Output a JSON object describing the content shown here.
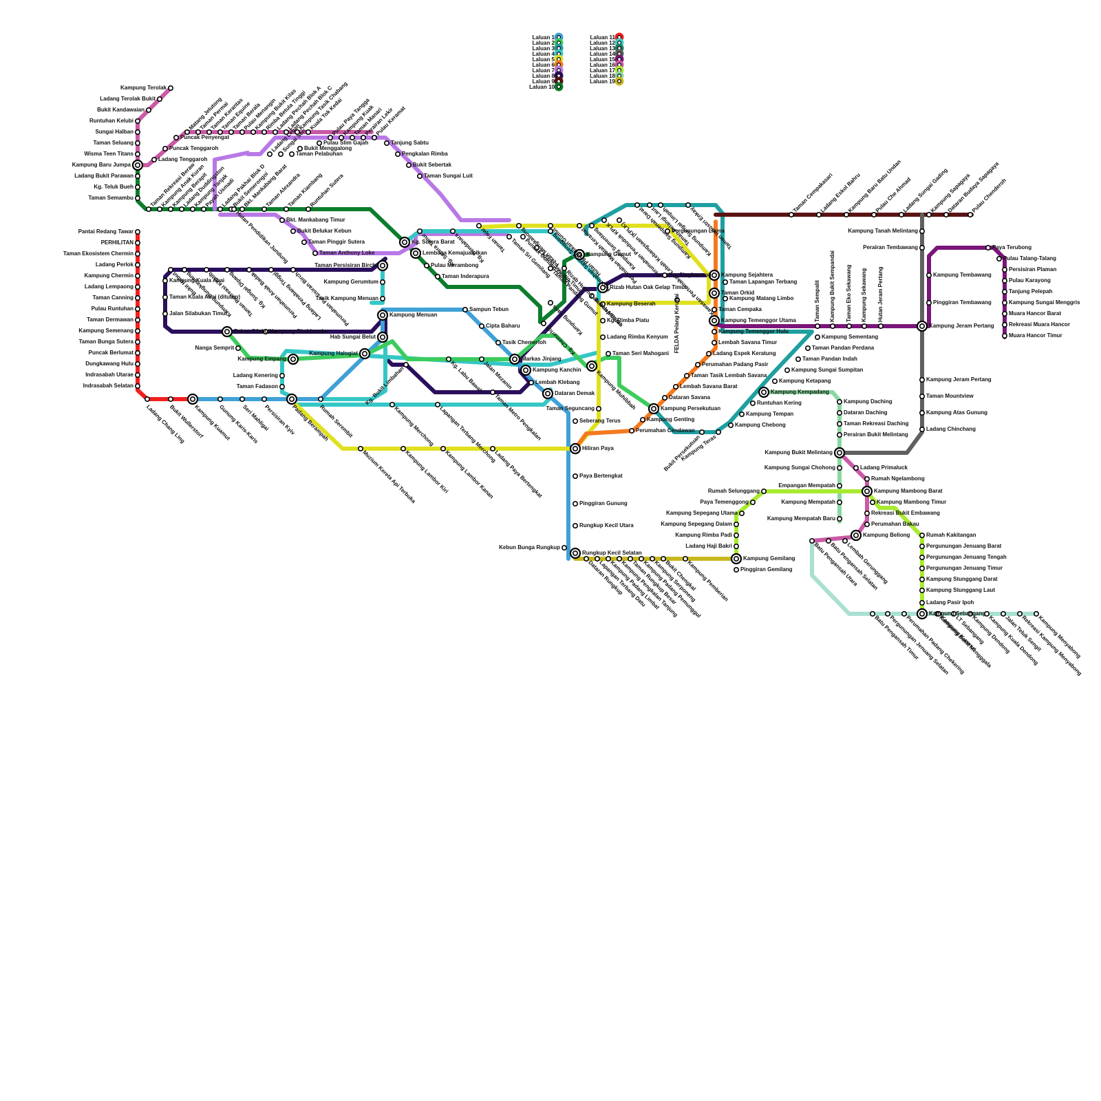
{
  "legend": {
    "col1": [
      {
        "name": "Laluan 1",
        "color": "#3fa1d6"
      },
      {
        "name": "Laluan 2",
        "color": "#3ccc5e"
      },
      {
        "name": "Laluan 3",
        "color": "#1f9fa0"
      },
      {
        "name": "Laluan 4",
        "color": "#35c7c6"
      },
      {
        "name": "Laluan 5",
        "color": "#e0e01f"
      },
      {
        "name": "Laluan 6",
        "color": "#f47a1f"
      },
      {
        "name": "Laluan 7",
        "color": "#b878e6"
      },
      {
        "name": "Laluan 8",
        "color": "#2a0f5c"
      },
      {
        "name": "Laluan 9",
        "color": "#5a1414"
      },
      {
        "name": "Laluan 10",
        "color": "#0c7d2c"
      }
    ],
    "col2": [
      {
        "name": "Laluan 11",
        "color": "#f22020"
      },
      {
        "name": "Laluan 12",
        "color": "#3ccfc5"
      },
      {
        "name": "Laluan 13",
        "color": "#1a7d62"
      },
      {
        "name": "Laluan 14",
        "color": "#606060"
      },
      {
        "name": "Laluan 15",
        "color": "#7a157a"
      },
      {
        "name": "Laluan 16",
        "color": "#c95aa6"
      },
      {
        "name": "Laluan 17",
        "color": "#a8ea30"
      },
      {
        "name": "Laluan 18",
        "color": "#8ad8a0"
      },
      {
        "name": "Laluan 19",
        "color": "#c8b820"
      }
    ]
  },
  "stations": {
    "s1": "Kampung Terolak",
    "s2": "Ladang Terolak Bukit",
    "s3": "Bukit Kandawaian",
    "s4": "Runtuhan Kelubi",
    "s5": "Sungai Halban",
    "s6": "Taman Seluang",
    "s7": "Wisma Teen Titans",
    "s8": "Kampung Baru Jumpa",
    "s9": "Ladang Bukit Parawan",
    "s10": "Kg. Teluk Bueh",
    "s11": "Taman Semambu",
    "s12": "Pantai Redang Tawar",
    "s13": "PERHILITAN",
    "s14": "Taman Ekosistem Chermin",
    "s15": "Ladang Perlok",
    "s16": "Kampung Chermin",
    "s17": "Ladang Lempaong",
    "s18": "Taman Canning",
    "s19": "Pulau Runtuhan",
    "s20": "Taman Dermawan",
    "s21": "Kampung Semenang",
    "s22": "Taman Bunga Sutera",
    "s23": "Puncak Berlumat",
    "s24": "Dungkawang Hulu",
    "s25": "Indrasabah Utarae",
    "s26": "Indrasabah Selatan",
    "s27": "Ladang Chang Ling",
    "s28": "Bukit Wullerstorf",
    "s29": "Kampung Kuamut",
    "s30": "Gunung Karis-Karis",
    "s31": "Seri Mahligai",
    "s32": "Persisiran Kyiv",
    "s33": "Padang Berampah",
    "s34": "Rumah Serembit",
    "s35": "Puncak Penyengat",
    "s36": "Puncak Tenggaroh",
    "s37": "Ladang Tenggaroh",
    "s38": "Pulau Slim Gajah",
    "s39": "Bukit Menggalong",
    "s40": "Taman Pelabuhan",
    "s41": "Tanjung Sabtu",
    "s42": "Pengkalan Rimba",
    "s43": "Bukit Sebertak",
    "s44": "Taman Sungai Luit",
    "s45": "Bkt. Mankabang Timur",
    "s46": "Bukit Belukar Kebun",
    "s47": "Taman Pinggir Sutera",
    "s48": "Taman Anthony Loke",
    "s49": "Taman Persisiran Birch",
    "s50": "Kampung Kuala Abai",
    "s51": "Taman Kuala Abai (ditutup)",
    "s52": "Jalan Silabukan Timur",
    "s53": "Pekan Silabukan",
    "s54": "Kampung Shahbandar",
    "s55": "Nanga Semprit",
    "s56": "Kampung Empang",
    "s57": "Kampung Halogiat",
    "s58": "Ladang Kenering",
    "s59": "Taman Fadason",
    "s60": "Kampung Gerumtum",
    "s61": "Tasik Kampung Menuan",
    "s62": "Kampung Menuan",
    "s63": "Hab Sungai Belut",
    "s64": "Kg. Sutera Barat",
    "s65": "Lembaga Kemajuan Ikan",
    "s66": "Pulau Merambong",
    "s67": "Taman Inderapura",
    "s68": "Sampun Tebun",
    "s69": "Cipta Baharu",
    "s70": "Tasik Chemerloh",
    "s71": "Markas Jinjang",
    "s72": "Kampung Kanchin",
    "s73": "Lembah Klebang",
    "s74": "Dataran Demak",
    "s75": "Taman Seguncang",
    "s76": "Seberang Terus",
    "s77": "Hiliran Paya",
    "s78": "Paya Bertengkat",
    "s79": "Pinggiran Gunung",
    "s80": "Rungkup Kecil Utara",
    "s81": "Kebun Bunga Rungkup",
    "s82": "Rungkup Kecil Selatan",
    "s83": "Kampung Gumut",
    "s84": "Pergunungan Llama",
    "s85": "Kampung Sejahtera",
    "s86": "Taman Lapangan Terbang",
    "s87": "Taman Orkid",
    "s88": "Kampung Matang Limbo",
    "s89": "Taman Cempaka",
    "s90": "Kampung Temenggor Utama",
    "s91": "Kampung Temenggor Hulu",
    "s92": "Lembah Savana Timur",
    "s93": "Ladang Espek Keratung",
    "s94": "Perumahan Padang Pasir",
    "s95": "Taman Tasik Lembah Savana",
    "s96": "Lembah Savana Barat",
    "s97": "Dataran Savana",
    "s98": "Kampung Persekutuan",
    "s99": "Kampung Genting",
    "s100": "Perumahan Cendawan",
    "s101": "Kampung Beserah",
    "s102": "Kg. Rimba Piatu",
    "s103": "Ladang Rimba Kenyum",
    "s104": "Taman Seri Mahogani",
    "s105": "Rizab Hutan Oak Gelap Timur",
    "s106": "Kg. Singkawang",
    "s107": "FELDA Pelang Kerunai",
    "s108": "Kampung Muhibbah",
    "s109": "Kampung Sementang",
    "s110": "Taman Pandan Perdana",
    "s111": "Taman Pandan Indah",
    "s112": "Kampung Sungai Sumpitan",
    "s113": "Kampung Ketapang",
    "s114": "Kampung Kempadang",
    "s115": "Runtuhan Kering",
    "s116": "Kampung Tempan",
    "s117": "Kampung Chebong",
    "s118": "Kampung Teras",
    "s119": "Bukit Persekutuan",
    "s120": "Kampung Tanah Melintang",
    "s121": "Perairan Tembawang",
    "s122": "Kampung Tembawang",
    "s123": "Pinggiran Tembawang",
    "s124": "Kampung Jeram Pertang",
    "s125": "Kampung Jeram Pertang",
    "s126": "Taman Mountview",
    "s127": "Kampung Atas Gunung",
    "s128": "Ladang Chinchang",
    "s129": "Paya Terubong",
    "s130": "Pulau Talang-Talang",
    "s131": "Persisiran Plaman",
    "s132": "Pulau Karayong",
    "s133": "Tanjung Pelepah",
    "s134": "Kampung Sungai Menggris",
    "s135": "Muara Hancor Barat",
    "s136": "Rekreasi Muara Hancor",
    "s137": "Muara Hancor Timur",
    "s138": "Kampung Daching",
    "s139": "Dataran Daching",
    "s140": "Taman Rekreasi Daching",
    "s141": "Perairan Bukit Melintang",
    "s142": "Kampung Bukit Melintang",
    "s143": "Kampung Sungai Chohong",
    "s144": "Ladang Primaluck",
    "s145": "Rumah Ngelambong",
    "s146": "Kampung Mambong Barat",
    "s147": "Kampung Mambong Timur",
    "s148": "Rekreasi Bukit Embawang",
    "s149": "Perumahan Bakau",
    "s150": "Kampung Beliong",
    "s151": "Rumah Selunggang",
    "s152": "Empangan Mempatah",
    "s153": "Paya Temenggong",
    "s154": "Kampung Mempatah",
    "s155": "Kampung Sepegang Utama",
    "s156": "Kampung Mempatah Baru",
    "s157": "Kampung Sepegang Dalam",
    "s158": "Kampung Rimba Padi",
    "s159": "Ladang Haji Bakri",
    "s160": "Kampung Gemilang",
    "s161": "Pinggiran Gemilang",
    "s162": "Rumah Kakitangan",
    "s163": "Pergunungan Jenuang Barat",
    "s164": "Pergunungan Jenuang Tengah",
    "s165": "Pergunungan Jenuang Timur",
    "s166": "Kampung Stunggang Darat",
    "s167": "Kampung Stunggang Laut",
    "s168": "Ladang Pasir Ipoh",
    "s169": "Kampung Sebangang"
  },
  "rotated": {
    "r1": "Matang Jelutong",
    "r2": "Taman Permai",
    "r3": "Taman Kerantas",
    "r4": "Taman Equine",
    "r5": "Taman Berala",
    "r6": "Pulau Menangin",
    "r7": "Kampung Bukit Kilas",
    "r8": "Rimba Betula Tinggi",
    "r9": "Ladang Pechah Blok A",
    "r10": "Ladang Pechah Blok C",
    "r11": "Kampung Tasik Chabang",
    "r12": "Kuala Tok Kedai",
    "r13": "Pulau Paya Tangga",
    "r14": "Kampung Kuak",
    "r15": "Taman Manari",
    "r16": "Perairan Lekir",
    "r17": "Pulau Keramat",
    "r18": "Taman Rekreasi Beraw",
    "r19": "Kampung Anak Kuran",
    "r20": "Kampung Berapit",
    "r21": "Ladang Duddingston",
    "r22": "Kampung Tanjak",
    "r23": "Payah Usmadi",
    "r24": "Ladang Pakhai Blok D",
    "r25": "Bukit Semerongoi",
    "r26": "Bkt. Mankabang Barat",
    "r27": "Taman Alexandra",
    "r28": "Taman Kiambang",
    "r29": "Runtuhan Sutera",
    "r30": "Ladang Leban",
    "r31": "Sungai Seri",
    "r32": "Kg. Sutera Timur",
    "r33": "Kg. Bendahara",
    "r34": "Taman Fajar",
    "r35": "Pekan Mengkabong",
    "r36": "Hutan Pendidikan Gumut",
    "r37": "Perumahan Sayong Senggang",
    "r38": "Perumahan Meratah Keramat",
    "r39": "Kampung Sementang",
    "r40": "Perumahan Penduduk KPLK",
    "r41": "Kawasan Pertemakan Lebah Kebangsaan (KPLK)",
    "r42": "Kampung Sampenah Darat",
    "r43": "Kampung Sungai Limpah",
    "r44": "Taman Pelangi Laut",
    "r45": "Taman Industri Enkay",
    "r46": "Taman Cempakasari",
    "r47": "Ladang Eskol Bahru",
    "r48": "Kampung Baru Batu Undan",
    "r49": "Pulau Che Ahmad",
    "r50": "Ladang Sungai Gading",
    "r51": "Kampung Sapagaya",
    "r52": "Dataran Budaya Sapagaya",
    "r53": "Pulau Chenderoh",
    "r54": "Taman Sempalit",
    "r55": "Kampung Bukit Sempandai",
    "r56": "Taman Eko Sekawang",
    "r57": "Kampung Sekawang",
    "r58": "Hutan Jeram Pertang",
    "r59": "Kampung Dungkawang",
    "r60": "Taman Rekreasi Khatib",
    "r61": "Kg. Sungai Dipang",
    "r62": "Perumahan Anak Badak",
    "r63": "Ladang Penabang Tinggi",
    "r64": "Perumahan Persisiran Birch",
    "r65": "Bukit Habut",
    "r66": "Hutan Pendidikan Jundung",
    "r67": "Taman Sri Gemilang",
    "r68": "Puncak Gunung Gumut",
    "r69": "Ladang Jerantin Timur",
    "r70": "Taman Pandang Gumut",
    "r71": "Rizab Hutan Oak Gelap Barat",
    "r72": "Kampung Faris",
    "r73": "Taman Mutiara",
    "r74": "Kg. Chemerloh",
    "r75": "Kg. Bukit Limbahan",
    "r76": "Kg. Labu Bawah",
    "r77": "Jalan Mezanin",
    "r78": "Taman Metro Pengkalan",
    "r79": "Kampung Merchong",
    "r80": "Lapangan Terbang Merchong",
    "r81": "Muzium Kereta Api Terbuka",
    "r82": "Kampung Lambor Kiri",
    "r83": "Kampung Lambor Kanan",
    "r84": "Ladang Paya Bertengkat",
    "r85": "Dataran Rungkup",
    "r86": "Lapangan Terbang Datu",
    "r87": "Kampung Padang Limbat",
    "r88": "Kampung Pengkalan Tanjung",
    "r89": "Taman Rungkup Besar",
    "r90": "Kampung Padang Pemunggul",
    "r91": "Kampung Serponeng",
    "r92": "Bukit Chengkal",
    "r93": "Kampung Pemberian",
    "r94": "Batu Pengansah Utara",
    "r95": "Batu Pengansah Selatan",
    "r96": "Lembah Gerunggang",
    "r97": "Batu Pengansah Timur",
    "r98": "Pergunungan Jenuang Selatan",
    "r99": "Perumahan Padang Chekering",
    "r100": "Kampung Bukit Mengggala",
    "r101": "LT Sebangang",
    "r102": "Kampung Dendong",
    "r103": "Kampung Kuala Dendong",
    "r104": "Jalan Teluk Sengit",
    "r105": "Rekreasi Kampung Menyabong",
    "r106": "Kampung Menyabong",
    "r107": "Kampung Kuamut"
  }
}
